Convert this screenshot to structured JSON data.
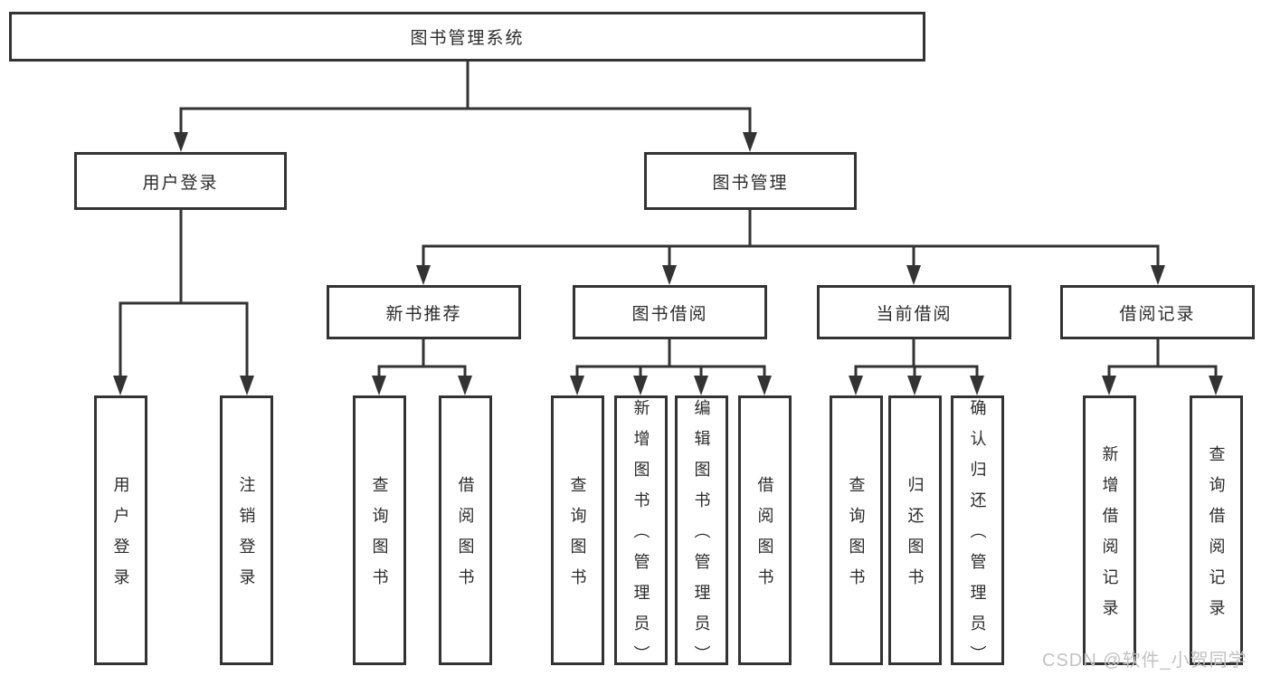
{
  "diagram": {
    "type": "hierarchy-tree",
    "nodes": {
      "root": "图书管理系统",
      "user_login": "用户登录",
      "book_mgmt": "图书管理",
      "new_book_rec": "新书推荐",
      "book_borrow": "图书借阅",
      "current_borrow": "当前借阅",
      "borrow_records": "借阅记录",
      "user_login_leaf": "用户登录",
      "logout_leaf": "注销登录",
      "rec_query_books": "查询图书",
      "rec_borrow_books": "借阅图书",
      "bor_query_books": "查询图书",
      "bor_add_books": "新增图书（管理员）",
      "bor_edit_books": "编辑图书（管理员）",
      "bor_borrow_books": "借阅图书",
      "cur_query_books": "查询图书",
      "cur_return_books": "归还图书",
      "cur_confirm_return": "确认归还（管理员）",
      "rcd_add_record": "新增借阅记录",
      "rcd_query_record": "查询借阅记录"
    },
    "hierarchy": {
      "图书管理系统": {
        "用户登录": [
          "用户登录",
          "注销登录"
        ],
        "图书管理": {
          "新书推荐": [
            "查询图书",
            "借阅图书"
          ],
          "图书借阅": [
            "查询图书",
            "新增图书（管理员）",
            "编辑图书（管理员）",
            "借阅图书"
          ],
          "当前借阅": [
            "查询图书",
            "归还图书",
            "确认归还（管理员）"
          ],
          "借阅记录": [
            "新增借阅记录",
            "查询借阅记录"
          ]
        }
      }
    }
  },
  "watermark": {
    "text": "CSDN @软件_小贺同学"
  },
  "colors": {
    "line": "#333333",
    "box_border": "#333333",
    "text": "#2b2b2b",
    "watermark": "#c2c2c2",
    "background": "#ffffff"
  }
}
